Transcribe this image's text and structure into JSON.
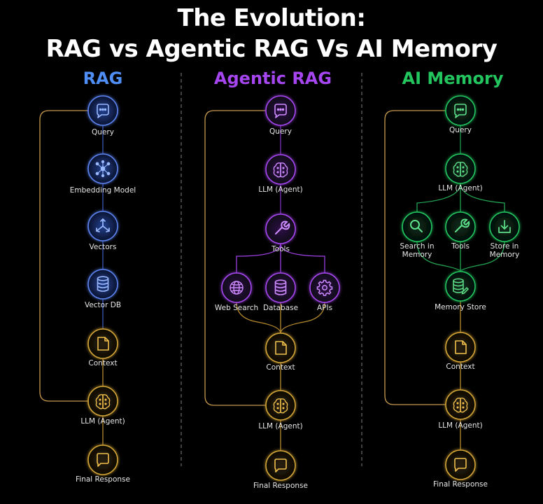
{
  "title": {
    "line1": "The Evolution:",
    "line2": "RAG vs Agentic RAG Vs AI Memory"
  },
  "columns": {
    "rag": {
      "heading": "RAG",
      "color": "#4f8ef5"
    },
    "agentic": {
      "heading": "Agentic RAG",
      "color": "#a646f0"
    },
    "memory": {
      "heading": "AI Memory",
      "color": "#22c55e"
    }
  },
  "colors": {
    "context_gold": "#d4a437",
    "loop_line": "#c89a4e",
    "divider": "#6b6b6b"
  },
  "nodes": {
    "rag": [
      {
        "label": "Query",
        "icon": "chat-bubble-icon"
      },
      {
        "label": "Embedding Model",
        "icon": "network-icon"
      },
      {
        "label": "Vectors",
        "icon": "axes-icon"
      },
      {
        "label": "Vector DB",
        "icon": "database-icon"
      },
      {
        "label": "Context",
        "icon": "document-icon"
      },
      {
        "label": "LLM (Agent)",
        "icon": "brain-chip-icon"
      },
      {
        "label": "Final Response",
        "icon": "message-icon"
      }
    ],
    "agentic": [
      {
        "label": "Query",
        "icon": "chat-bubble-icon"
      },
      {
        "label": "LLM (Agent)",
        "icon": "brain-chip-icon"
      },
      {
        "label": "Tools",
        "icon": "wrench-icon"
      },
      {
        "label": "Web Search",
        "icon": "globe-icon"
      },
      {
        "label": "Database",
        "icon": "database-icon"
      },
      {
        "label": "APIs",
        "icon": "gear-icon"
      },
      {
        "label": "Context",
        "icon": "document-icon"
      },
      {
        "label": "LLM (Agent)",
        "icon": "brain-chip-icon"
      },
      {
        "label": "Final Response",
        "icon": "message-icon"
      }
    ],
    "memory": [
      {
        "label": "Query",
        "icon": "chat-bubble-icon"
      },
      {
        "label": "LLM (Agent)",
        "icon": "brain-chip-icon"
      },
      {
        "label": "Search in\nMemory",
        "icon": "magnifier-icon"
      },
      {
        "label": "Tools",
        "icon": "wrench-icon"
      },
      {
        "label": "Store in\nMemory",
        "icon": "download-icon"
      },
      {
        "label": "Memory Store",
        "icon": "database-edit-icon"
      },
      {
        "label": "Context",
        "icon": "document-icon"
      },
      {
        "label": "LLM (Agent)",
        "icon": "brain-chip-icon"
      },
      {
        "label": "Final Response",
        "icon": "message-icon"
      }
    ]
  }
}
